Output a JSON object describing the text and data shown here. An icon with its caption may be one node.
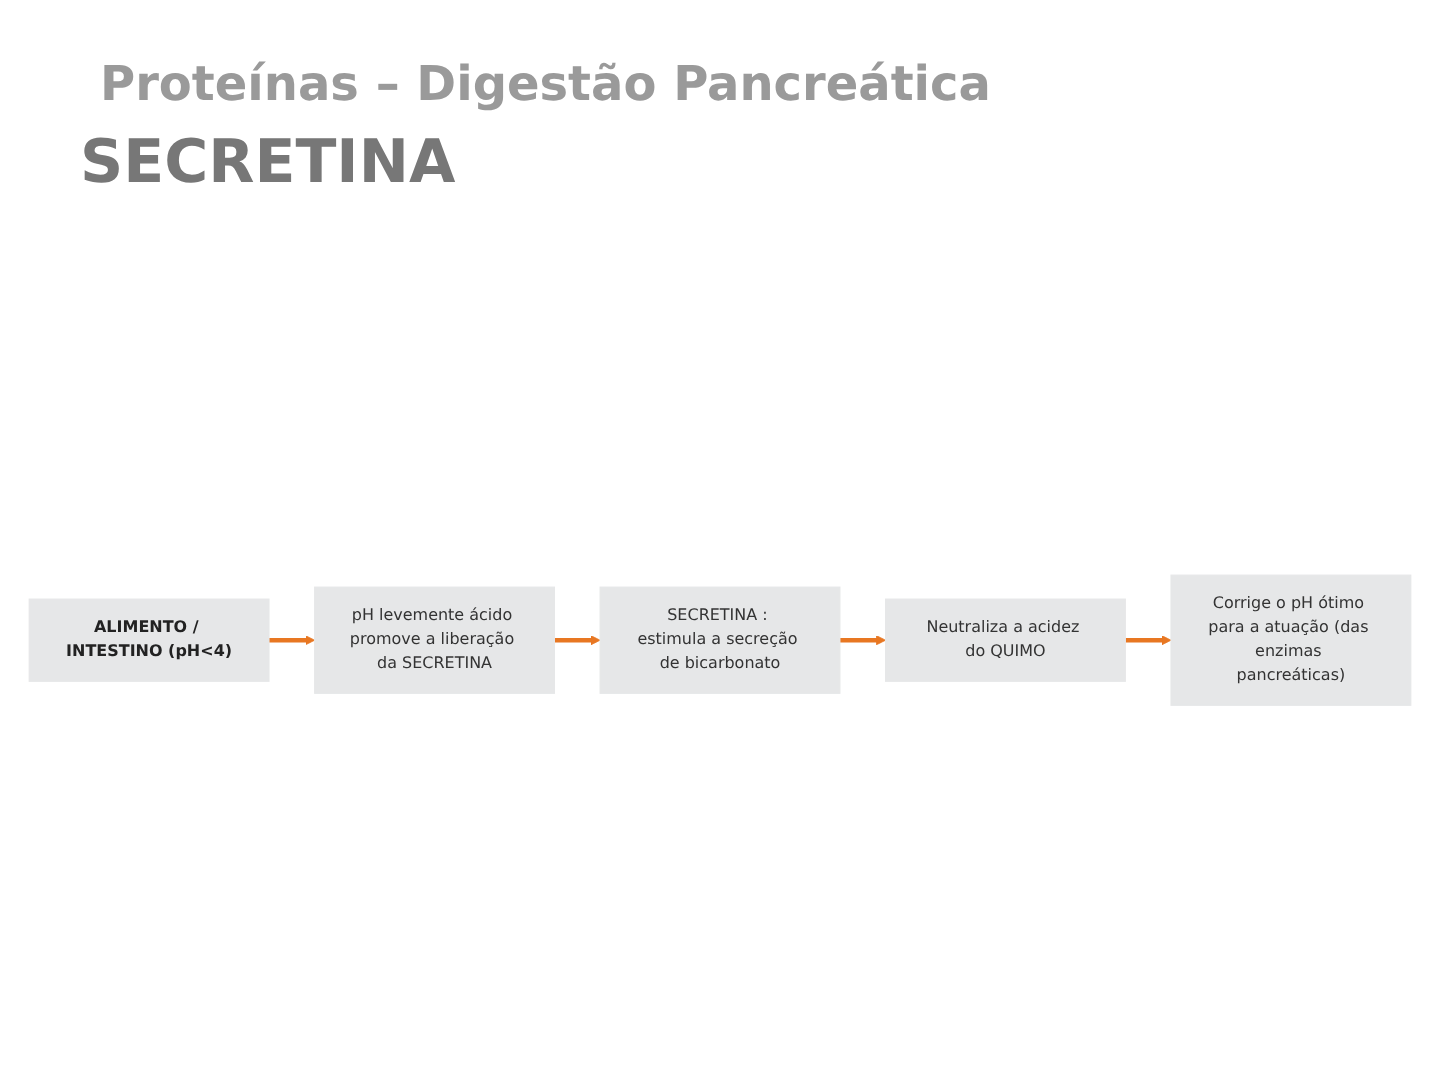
{
  "diagram": {
    "title": "Proteínas – Digestão Pancreática",
    "nodes": [
      {
        "text": [
          "ALIMENTO / INTESTINO (pH<4)"
        ]
      },
      {
        "text": [
          "pH levemente ácido promove a liberação da SECRETINA"
        ]
      },
      {
        "text": [
          "SECRETINA : estimula a secreção de bicarbonato"
        ]
      },
      {
        "text": [
          "Neutraliza a acidez do QUIMO"
        ]
      },
      {
        "text": [
          "Corrige o pH ótimo para a atuação (das enzimas pancreáticas)"
        ]
      }
    ],
    "edges": [
      {
        "from": 0,
        "to": 1,
        "arrow": "to"
      },
      {
        "from": 1,
        "to": 2,
        "arrow": "to"
      },
      {
        "from": 2,
        "to": 3,
        "arrow": "to"
      },
      {
        "from": 3,
        "to": 4,
        "arrow": "to"
      }
    ],
    "labels": [
      "SECRETINA"
    ]
  }
}
